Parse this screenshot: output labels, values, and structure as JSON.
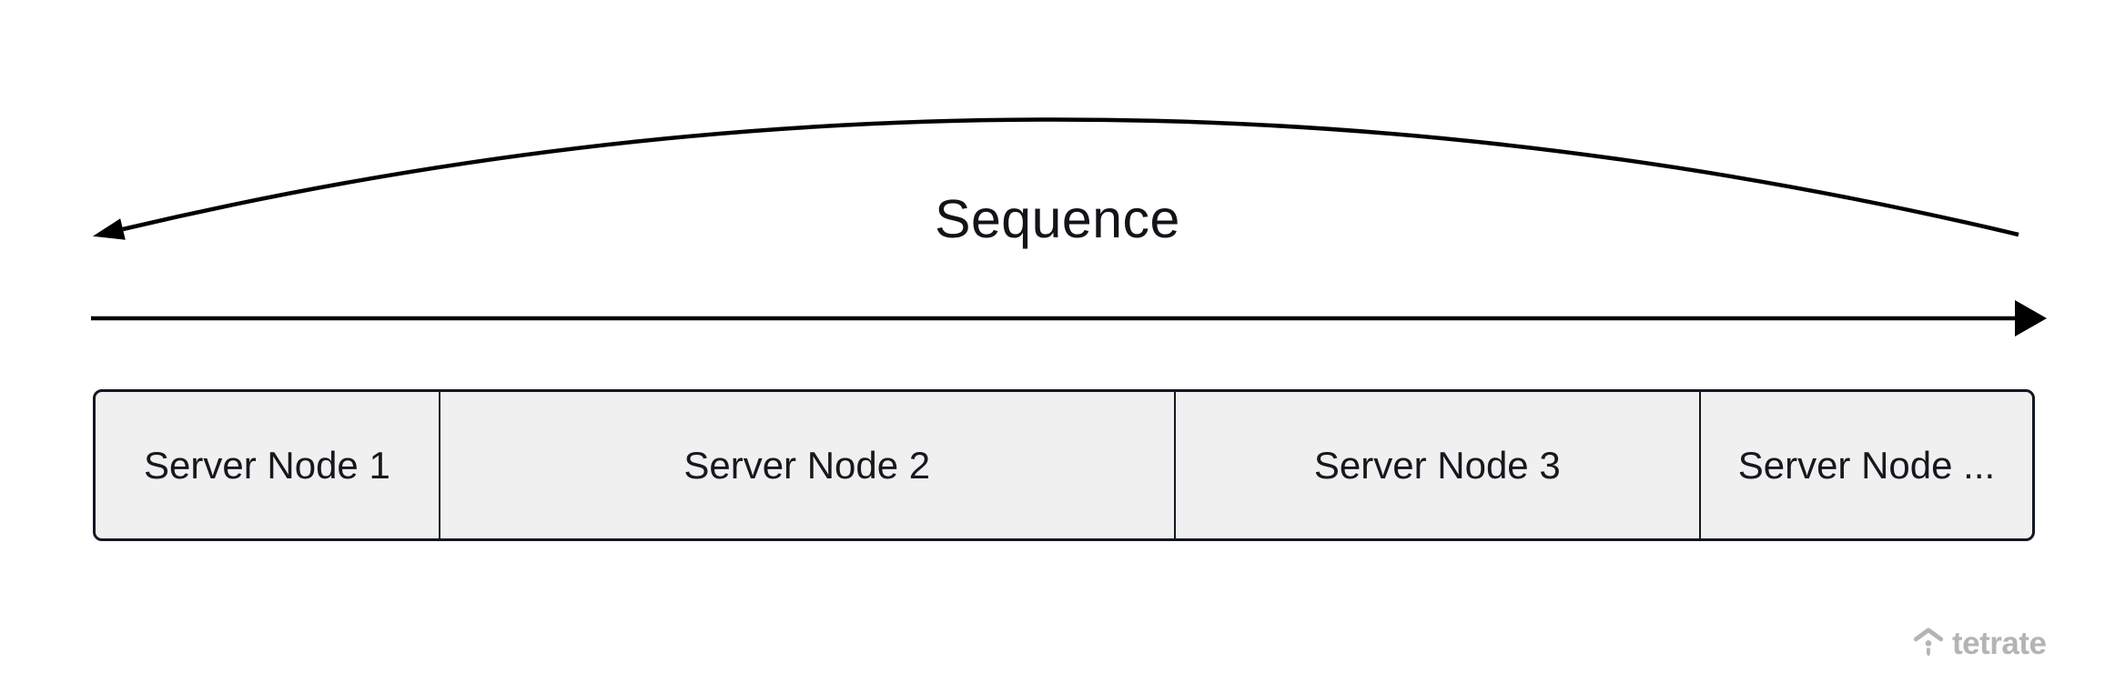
{
  "diagram": {
    "sequence_label": "Sequence",
    "nodes": [
      {
        "label": "Server Node 1"
      },
      {
        "label": "Server Node 2"
      },
      {
        "label": "Server Node 3"
      },
      {
        "label": "Server Node ..."
      }
    ],
    "arrows": [
      {
        "name": "sequence-arc-arrow",
        "direction": "right-to-left",
        "head": "left"
      },
      {
        "name": "timeline-arrow",
        "direction": "left-to-right",
        "head": "right"
      }
    ],
    "colors": {
      "background": "#ffffff",
      "node_fill": "#f0f0f0",
      "node_border": "#131722",
      "arrow": "#000000",
      "text": "#16181d"
    }
  },
  "brand": {
    "logo_text": "tetrate",
    "logo_icon": "tetrate-roof-icon",
    "logo_color": "#b4b4b4"
  }
}
